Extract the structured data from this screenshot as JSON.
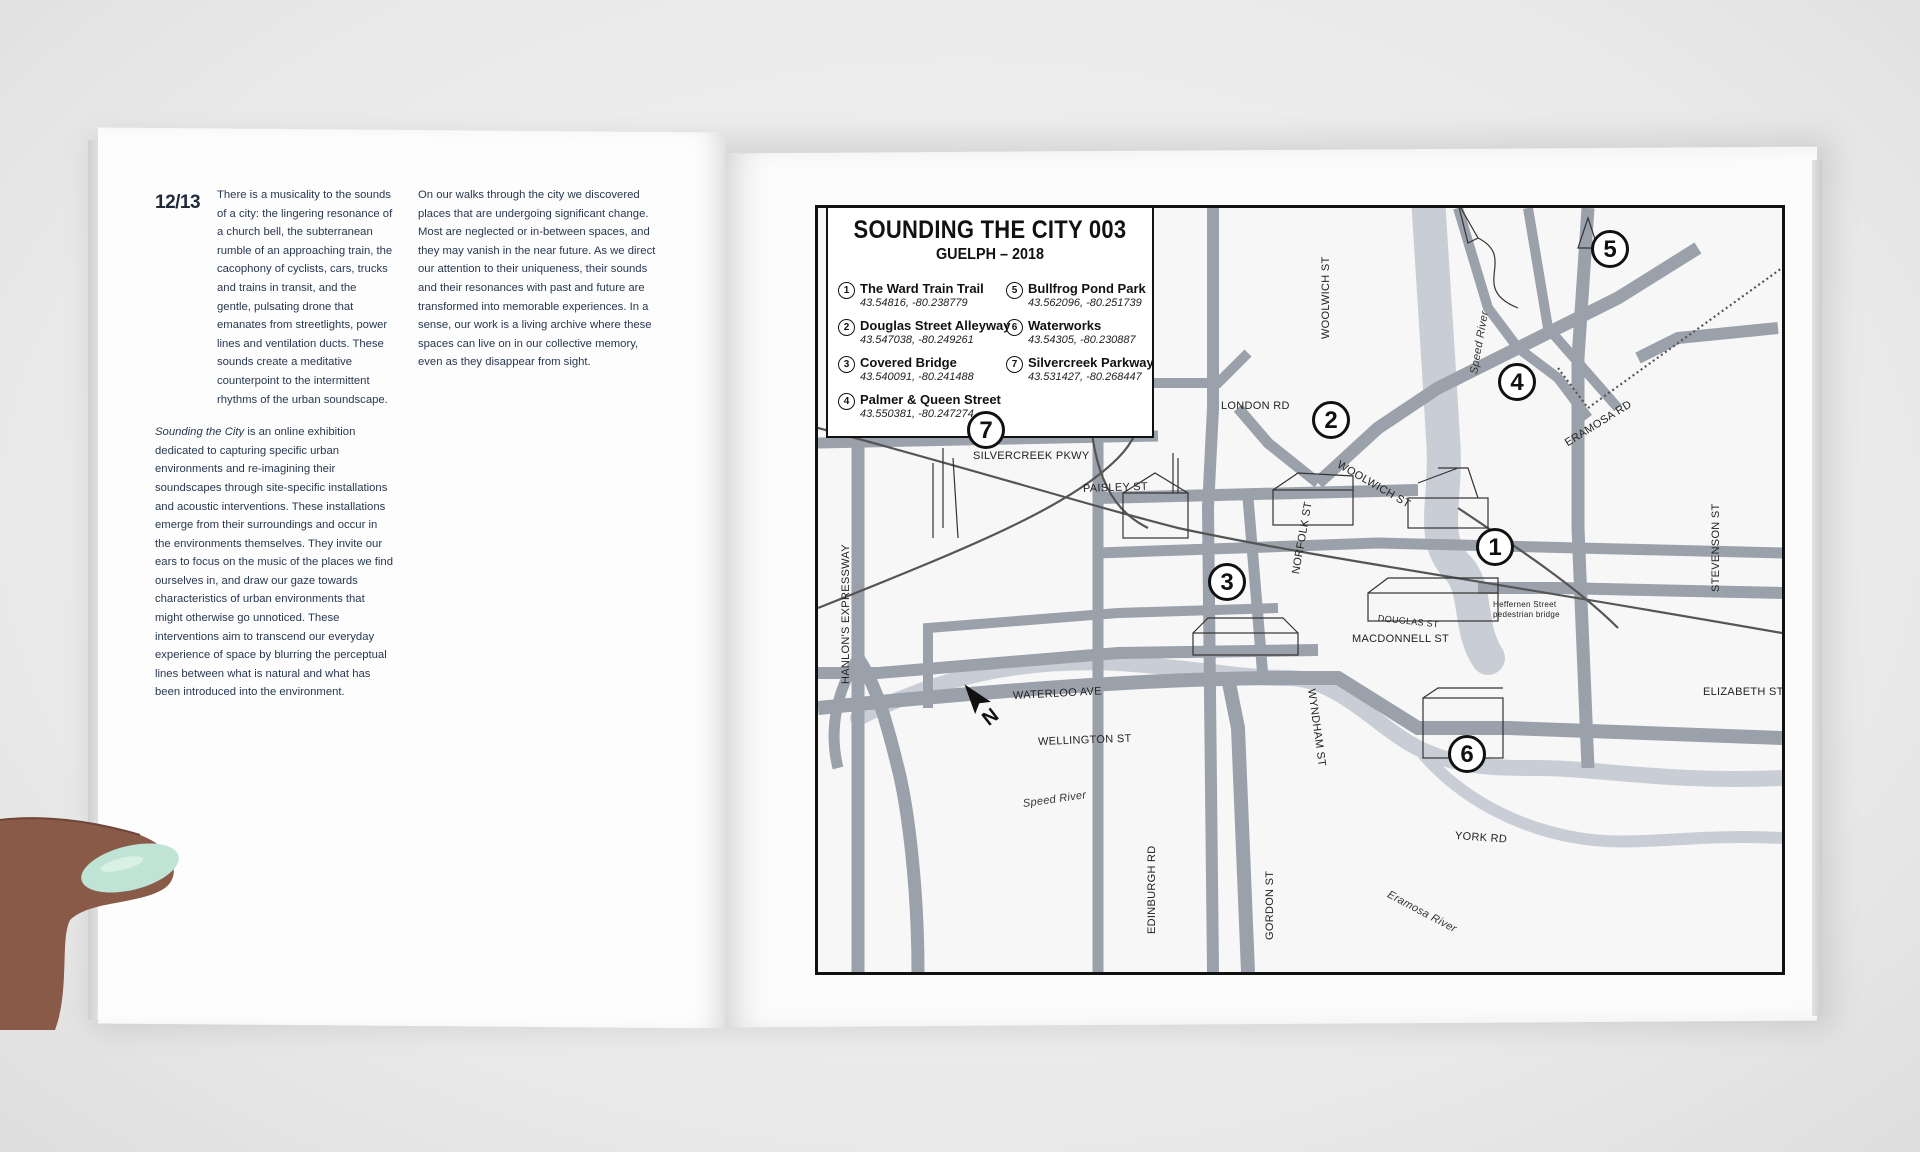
{
  "left_page": {
    "page_number": "12/13",
    "col1_para1": "There is a musicality to the sounds of a city: the lingering resonance of a church bell, the subterranean rumble of an approaching train, the cacophony of cyclists, cars, trucks and trains in transit, and the gentle, pulsating drone that emanates from streetlights, power lines and ventilation ducts. These sounds create a meditative counterpoint to the intermittent rhythms of the urban soundscape.",
    "col1_para2_italic": "Sounding the City",
    "col1_para2_rest": " is an online exhibition dedicated to capturing specific urban environments and re-imagining their soundscapes through site-specific installations and acoustic interventions. These installations emerge from their surroundings and occur in the environments themselves. They invite our ears to focus on the music of the places we find ourselves in, and draw our gaze towards characteristics of urban environments that might otherwise go unnoticed. These interventions aim to transcend our everyday experience of space by blurring the perceptual lines between what is natural and what has been introduced into the environment.",
    "col2_para1": "On our walks through the city we discovered places that are undergoing significant change. Most are neglected or in-between spaces, and they may vanish in the near future. As we direct our attention to their uniqueness, their sounds and their resonances with past and future are transformed into memorable experiences. In a sense, our work is a living archive where these spaces can live on in our collective memory, even as they disappear from sight."
  },
  "map": {
    "title": "SOUNDING THE CITY 003",
    "subtitle": "GUELPH – 2018",
    "locations": [
      {
        "num": "1",
        "name": "The Ward Train Trail",
        "coords": "43.54816, -80.238779"
      },
      {
        "num": "2",
        "name": "Douglas Street Alleyway",
        "coords": "43.547038, -80.249261"
      },
      {
        "num": "3",
        "name": "Covered Bridge",
        "coords": "43.540091, -80.241488"
      },
      {
        "num": "4",
        "name": "Palmer & Queen Street",
        "coords": "43.550381, -80.247274"
      },
      {
        "num": "5",
        "name": "Bullfrog Pond Park",
        "coords": "43.562096, -80.251739"
      },
      {
        "num": "6",
        "name": "Waterworks",
        "coords": "43.54305, -80.230887"
      },
      {
        "num": "7",
        "name": "Silvercreek Parkway",
        "coords": "43.531427, -80.268447"
      }
    ],
    "streets": {
      "silvercreek": "SILVERCREEK PKWY",
      "paisley": "PAISLEY ST",
      "hanlon": "HANLON'S EXPRESSWAY",
      "waterloo": "WATERLOO AVE",
      "wellington": "WELLINGTON ST",
      "edinburgh": "EDINBURGH RD",
      "gordon": "GORDON ST",
      "wyndham": "WYNDHAM ST",
      "macdonnell": "MACDONNELL ST",
      "douglas": "DOUGLAS ST",
      "norfolk": "NORFOLK ST",
      "woolwich_v": "WOOLWICH ST",
      "woolwich_d": "WOOLWICH ST",
      "london": "LONDON RD",
      "eramosa_rd": "ERAMOSA RD",
      "stevenson": "STEVENSON ST",
      "elizabeth": "ELIZABETH ST",
      "york": "YORK RD",
      "speed_river_1": "Speed River",
      "speed_river_2": "Speed River",
      "eramosa_river": "Eramosa River",
      "heffernan": "Heffernen Street pedestrian bridge"
    },
    "colors": {
      "road": "#9aa1ab",
      "rail": "#555555",
      "river": "#c9ced6",
      "frame": "#111111"
    }
  }
}
